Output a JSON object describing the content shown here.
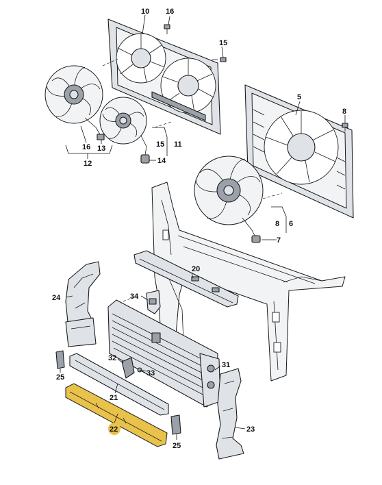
{
  "diagram": {
    "highlight_color": "#e8c24a",
    "line_color": "#111111",
    "part_fill": "#dfe3e8",
    "callouts": {
      "c10": "10",
      "c16_top": "16",
      "c15_top": "15",
      "c5": "5",
      "c8_top": "8",
      "c16_left": "16",
      "c13": "13",
      "c12": "12",
      "c15_mid": "15",
      "c11": "11",
      "c14": "14",
      "c8_mid": "8",
      "c6": "6",
      "c7": "7",
      "c20": "20",
      "c24": "24",
      "c34": "34",
      "c32": "32",
      "c33": "33",
      "c31": "31",
      "c25_left": "25",
      "c21": "21",
      "c22": "22",
      "c23": "23",
      "c25_bottom": "25"
    }
  }
}
